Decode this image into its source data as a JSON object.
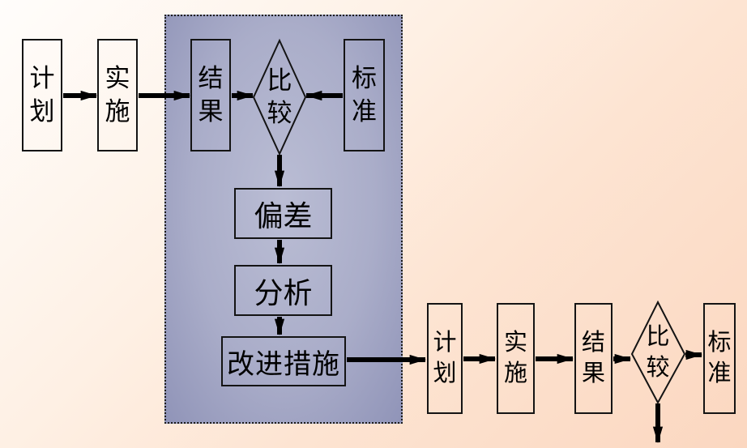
{
  "title": "PDCA control loop flowchart",
  "colors": {
    "background_top_left": "#fffdfb",
    "background_bottom_right": "#fbd7c0",
    "panel_center": "#babdd4",
    "panel_edge": "#9094b8",
    "panel_border": "#1c1c1c",
    "shape_border": "#141414",
    "arrow": "#000000",
    "text": "#000000"
  },
  "left_chain": {
    "plan": "计划",
    "do": "实施"
  },
  "panel": {
    "result": "结果",
    "compare": "比较",
    "standard": "标准",
    "deviation": "偏差",
    "analysis": "分析",
    "improvement": "改进措施"
  },
  "right_chain": {
    "plan": "计划",
    "do": "实施",
    "result": "结果",
    "compare": "比较",
    "standard": "标准"
  }
}
